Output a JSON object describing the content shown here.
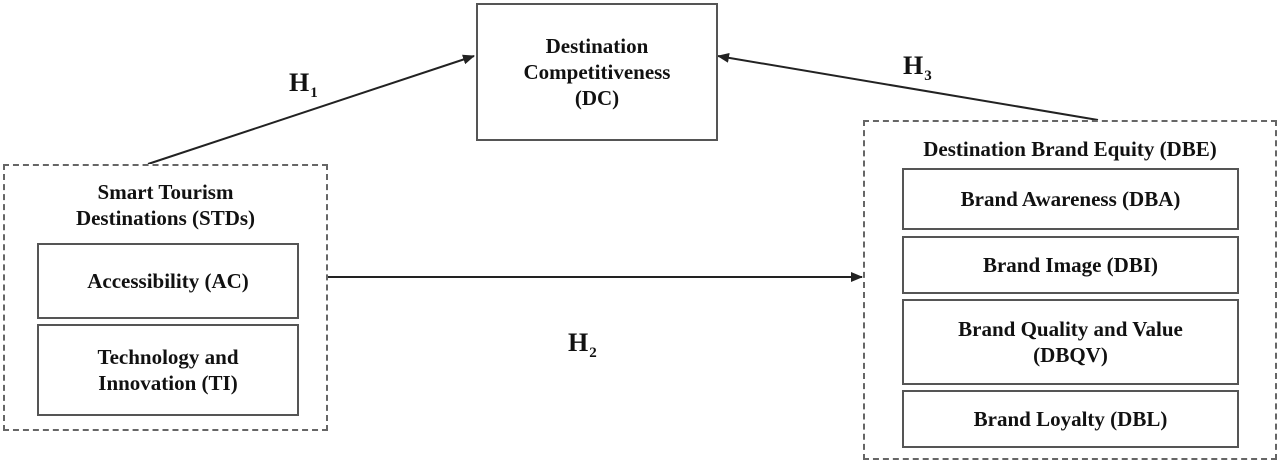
{
  "dc": {
    "line1": "Destination",
    "line2": "Competitiveness",
    "line3": "(DC)"
  },
  "std": {
    "title_line1": "Smart Tourism",
    "title_line2": "Destinations (STDs)",
    "items": [
      {
        "line1": "Accessibility (AC)",
        "line2": ""
      },
      {
        "line1": "Technology and",
        "line2": "Innovation (TI)"
      }
    ]
  },
  "dbe": {
    "title": "Destination Brand Equity (DBE)",
    "items": [
      {
        "line1": "Brand Awareness (DBA)",
        "line2": ""
      },
      {
        "line1": "Brand Image (DBI)",
        "line2": ""
      },
      {
        "line1": "Brand Quality and Value",
        "line2": "(DBQV)"
      },
      {
        "line1": "Brand Loyalty (DBL)",
        "line2": ""
      }
    ]
  },
  "hypotheses": {
    "h1": {
      "letter": "H",
      "sub": "1"
    },
    "h2": {
      "letter": "H",
      "sub": "2"
    },
    "h3": {
      "letter": "H",
      "sub": "3"
    }
  }
}
